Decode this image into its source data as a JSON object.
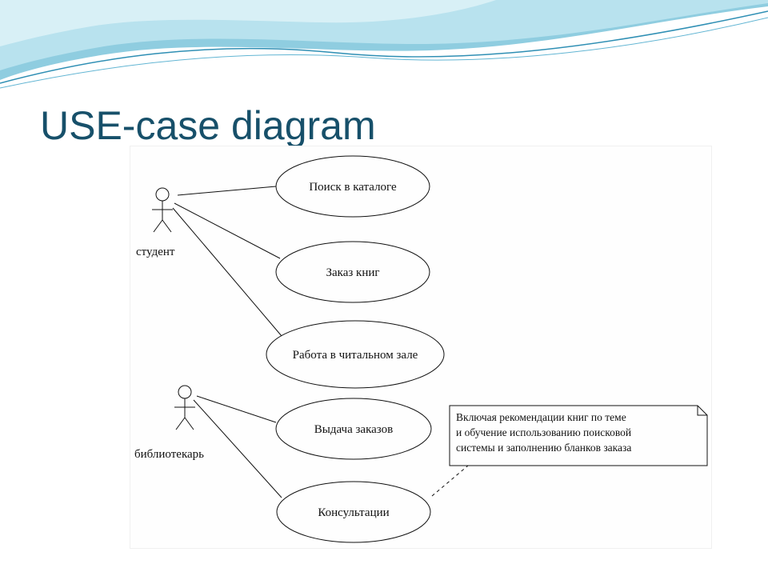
{
  "slide": {
    "title": "USE-case diagram"
  },
  "actors": [
    {
      "id": "student",
      "label": "студент"
    },
    {
      "id": "librarian",
      "label": "библиотекарь"
    }
  ],
  "use_cases": [
    {
      "id": "search",
      "label": "Поиск в каталоге"
    },
    {
      "id": "order",
      "label": "Заказ книг"
    },
    {
      "id": "reading",
      "label": "Работа в читальном зале"
    },
    {
      "id": "issue",
      "label": "Выдача заказов"
    },
    {
      "id": "consult",
      "label": "Консультации"
    }
  ],
  "associations": [
    {
      "from": "student",
      "to": "search"
    },
    {
      "from": "student",
      "to": "order"
    },
    {
      "from": "student",
      "to": "reading"
    },
    {
      "from": "librarian",
      "to": "issue"
    },
    {
      "from": "librarian",
      "to": "consult"
    }
  ],
  "note": {
    "attached_to": "consult",
    "lines": [
      "Включая рекомендации книг по теме",
      "и обучение использованию поисковой",
      "системы и заполнению бланков заказа"
    ]
  }
}
